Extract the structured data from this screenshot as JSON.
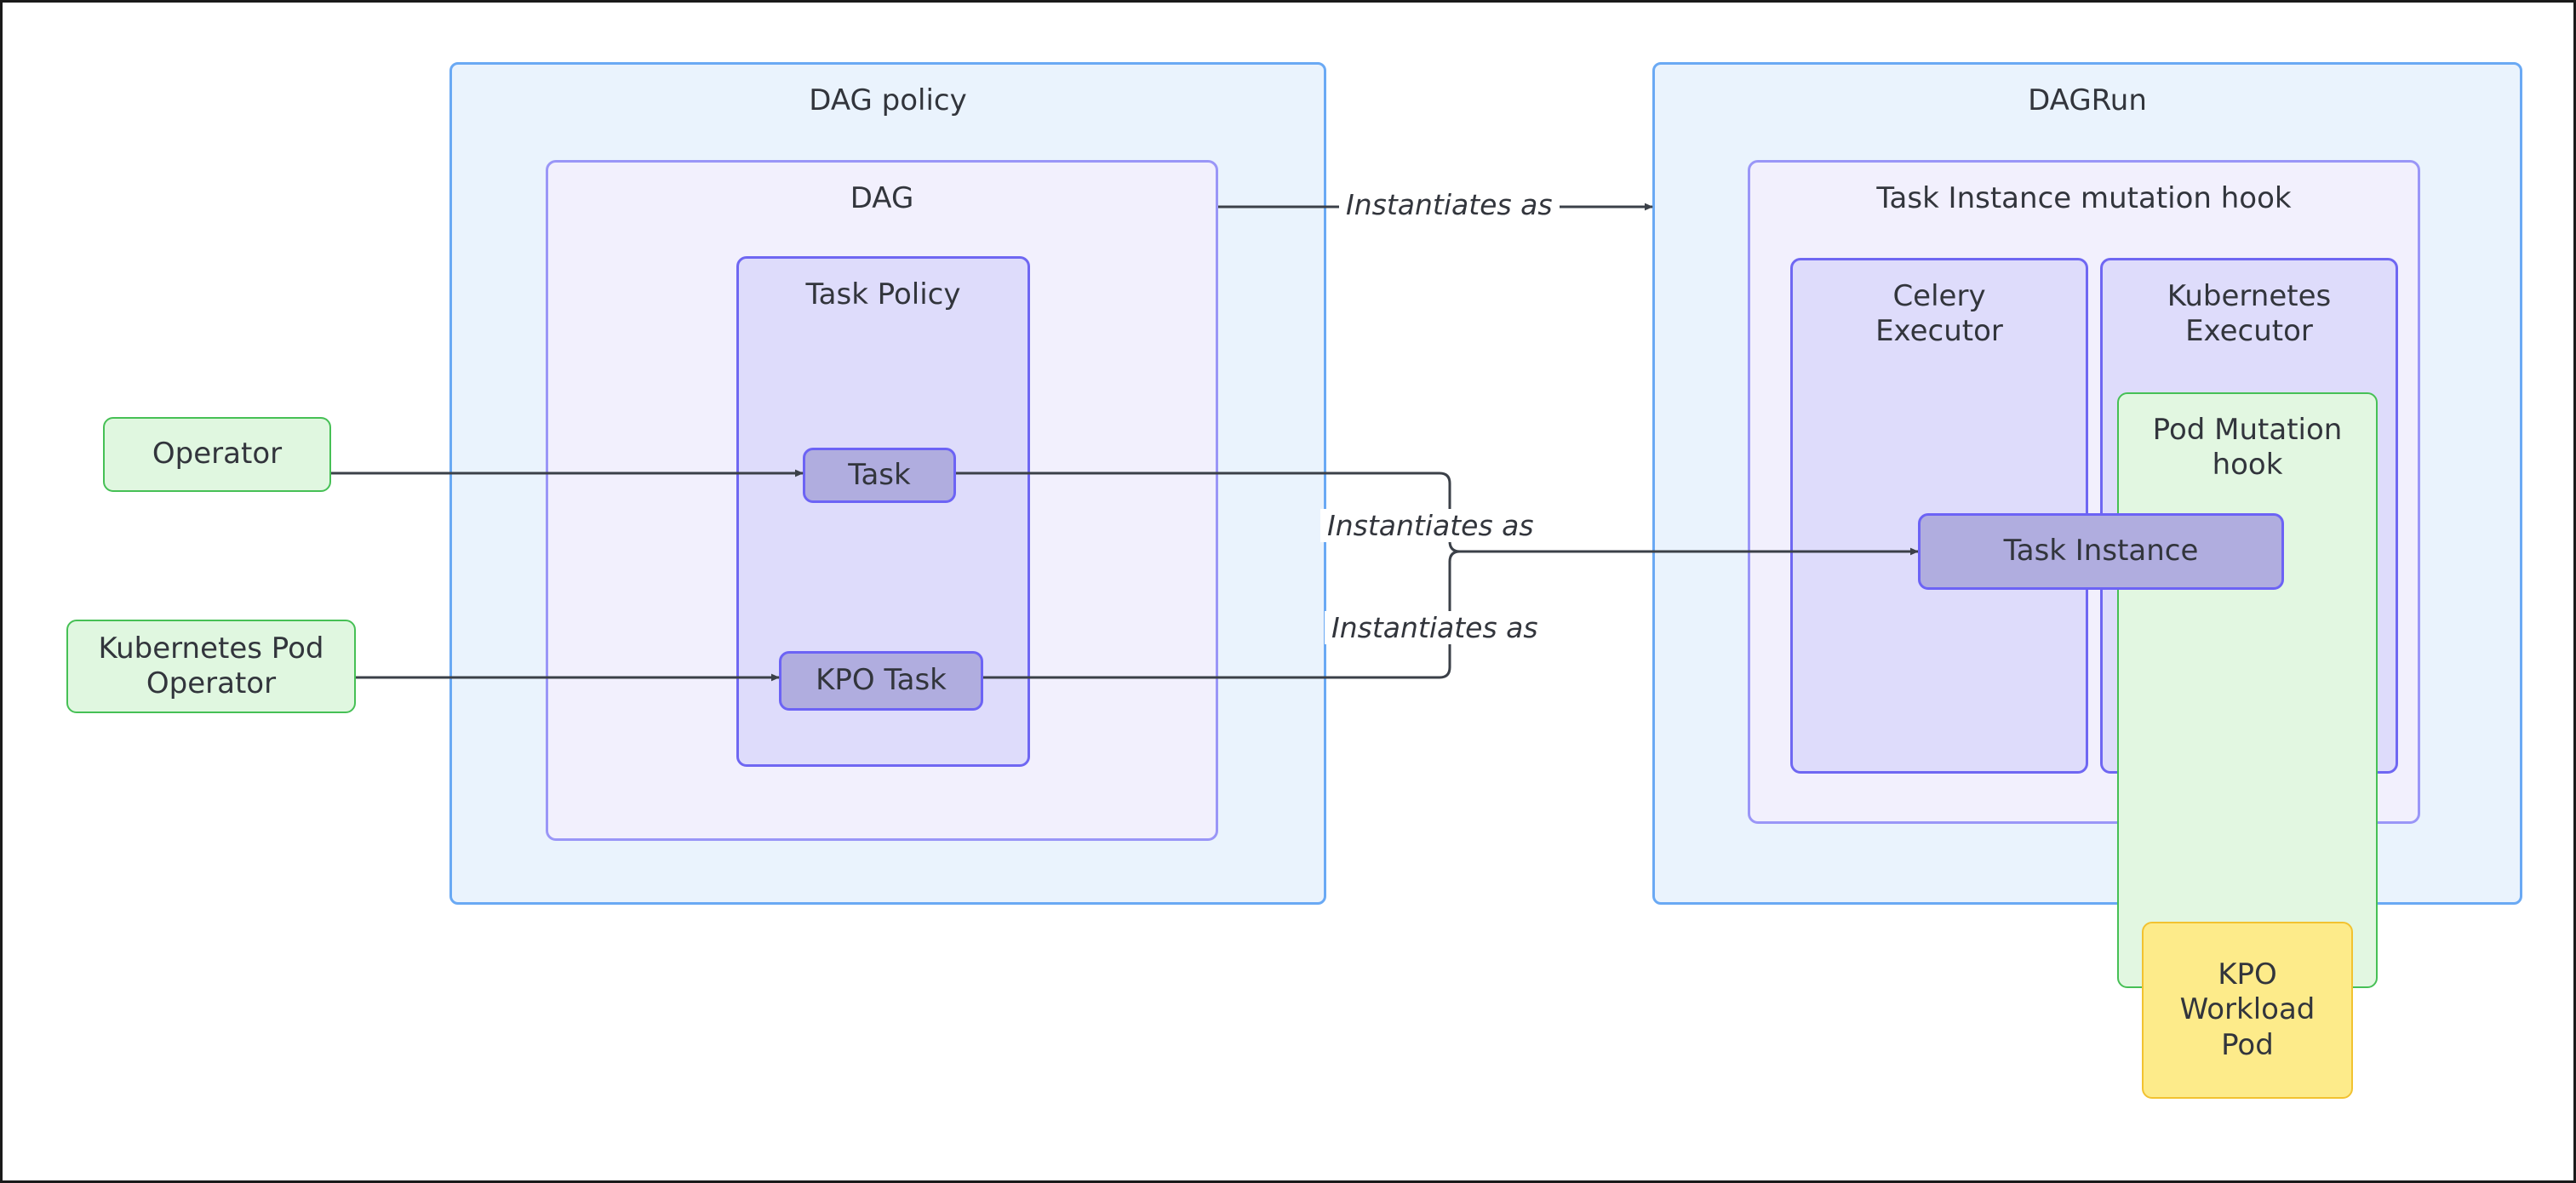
{
  "diagram": {
    "title_hidden": "Airflow policy and runtime mutation hook diagram",
    "colors": {
      "frame_blue_fill": "#eaf3fd",
      "frame_blue_border": "#6aa9f4",
      "frame_lavender_fill": "#f2f0fd",
      "frame_lavender_border": "#9a96f7",
      "subframe_lavender_fill": "#dedcfb",
      "subframe_lavender_border": "#6f67f2",
      "leaf_purple_fill": "#b0addf",
      "leaf_purple_border": "#6c63f5",
      "green_fill": "#e0f7e0",
      "green_border": "#46c055",
      "yellow_fill": "#fdeb8a",
      "yellow_border": "#f2c230",
      "connector_stroke": "#3b4048",
      "text": "#32353c"
    }
  },
  "left_panel": {
    "dag_policy_label": "DAG policy",
    "dag_label": "DAG",
    "task_policy_label": "Task Policy",
    "task_label": "Task",
    "kpo_task_label": "KPO Task"
  },
  "right_panel": {
    "dagrun_label": "DAGRun",
    "task_instance_mutation_hook_label": "Task Instance mutation hook",
    "celery_executor_label": "Celery\nExecutor",
    "kubernetes_executor_label": "Kubernetes\nExecutor",
    "pod_mutation_hook_label": "Pod Mutation\nhook",
    "task_instance_label": "Task Instance",
    "kpo_workload_pod_label": "KPO\nWorkload\nPod"
  },
  "inputs": {
    "operator_label": "Operator",
    "kubernetes_pod_operator_label": "Kubernetes Pod\nOperator"
  },
  "edges": {
    "dag_to_dagrun": "Instantiates as",
    "task_to_task_instance": "Instantiates as",
    "kpo_task_to_task_instance": "Instantiates as"
  }
}
